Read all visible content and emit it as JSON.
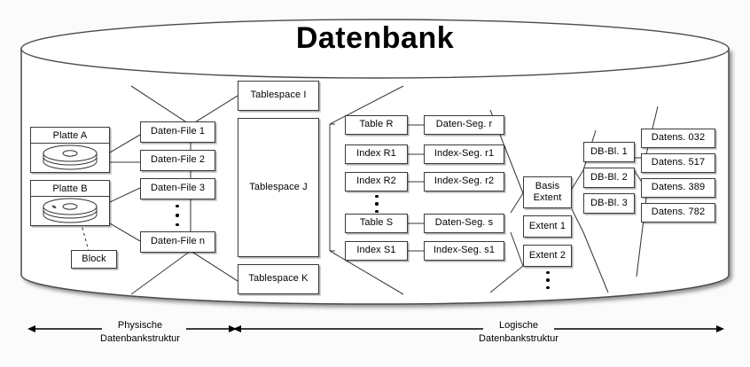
{
  "diagram": {
    "title": "Datenbank",
    "shape": "database-cylinder",
    "background_color": "#fbfbfb",
    "line_color": "#3a3a3a"
  },
  "physical": {
    "disks": [
      {
        "label": "Platte A",
        "icon": "disk-platter-icon"
      },
      {
        "label": "Platte B",
        "icon": "disk-platter-icon"
      }
    ],
    "block": {
      "label": "Block"
    },
    "data_files": [
      {
        "label": "Daten-File 1"
      },
      {
        "label": "Daten-File 2"
      },
      {
        "label": "Daten-File 3"
      },
      {
        "label": "Daten-File n"
      }
    ],
    "ellipsis": "vertical-dots"
  },
  "tablespaces": [
    {
      "label": "Tablespace I"
    },
    {
      "label": "Tablespace J"
    },
    {
      "label": "Tablespace K"
    }
  ],
  "objects": [
    {
      "label": "Table R"
    },
    {
      "label": "Index R1"
    },
    {
      "label": "Index R2"
    },
    {
      "label": "Table S"
    },
    {
      "label": "Index S1"
    }
  ],
  "segments": [
    {
      "label": "Daten-Seg. r"
    },
    {
      "label": "Index-Seg. r1"
    },
    {
      "label": "Index-Seg. r2"
    },
    {
      "label": "Daten-Seg. s"
    },
    {
      "label": "Index-Seg. s1"
    }
  ],
  "extents": [
    {
      "label_line1": "Basis",
      "label_line2": "Extent"
    },
    {
      "label": "Extent 1"
    },
    {
      "label": "Extent 2"
    }
  ],
  "blocks": [
    {
      "label": "DB-Bl. 1"
    },
    {
      "label": "DB-Bl. 2"
    },
    {
      "label": "DB-Bl. 3"
    }
  ],
  "records": [
    {
      "label": "Datens. 032"
    },
    {
      "label": "Datens. 517"
    },
    {
      "label": "Datens. 389"
    },
    {
      "label": "Datens. 782"
    }
  ],
  "axes": {
    "physical": {
      "line1": "Physische",
      "line2": "Datenbankstruktur"
    },
    "logical": {
      "line1": "Logische",
      "line2": "Datenbankstruktur"
    }
  }
}
